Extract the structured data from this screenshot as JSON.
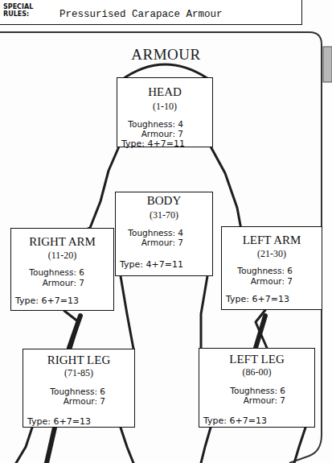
{
  "diagram": {
    "title": "ARMOUR",
    "nodes": [
      {
        "text": [
          "SPECIAL RULES:",
          "Pressurised Carapace Armour"
        ]
      },
      {
        "text": [
          "HEAD",
          "(1-10)",
          "Toughness: 4",
          "Armour: 7",
          "Type: 4+7=11"
        ]
      },
      {
        "text": [
          "BODY",
          "(31-70)",
          "Toughness: 4",
          "Armour: 7",
          "Type: 4+7=11"
        ]
      },
      {
        "text": [
          "RIGHT ARM",
          "(11-20)",
          "Toughness: 6",
          "Armour: 7",
          "Type: 6+7=13"
        ]
      },
      {
        "text": [
          "LEFT ARM",
          "(21-30)",
          "Toughness: 6",
          "Armour: 7",
          "Type: 6+7=13"
        ]
      },
      {
        "text": [
          "RIGHT LEG",
          "(71-85)",
          "Toughness: 6",
          "Armour: 7",
          "Type: 6+7=13"
        ]
      },
      {
        "text": [
          "LEFT LEG",
          "(86-00)",
          "Toughness: 6",
          "Armour: 7",
          "Type: 6+7=13"
        ]
      }
    ]
  }
}
